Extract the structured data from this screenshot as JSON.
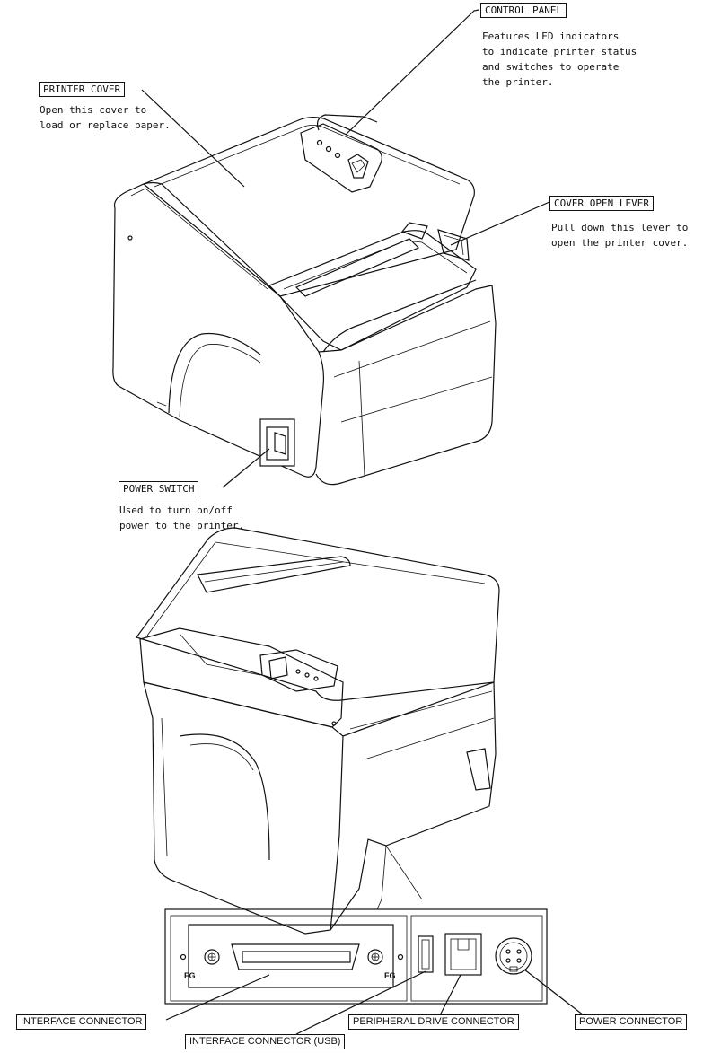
{
  "callouts": {
    "control_panel": {
      "label": "CONTROL PANEL",
      "description": "Features LED indicators\nto indicate printer status\nand switches to operate\nthe printer."
    },
    "printer_cover": {
      "label": "PRINTER COVER",
      "description": "Open this cover to\nload or replace paper."
    },
    "cover_open_lever": {
      "label": "COVER OPEN LEVER",
      "description": "Pull down this lever to\nopen the printer cover."
    },
    "power_switch": {
      "label": "POWER SWITCH",
      "description": "Used to turn on/off\npower to the printer."
    },
    "interface_connector": {
      "label": "INTERFACE CONNECTOR"
    },
    "interface_connector_usb": {
      "label": "INTERFACE CONNECTOR (USB)"
    },
    "peripheral_drive_connector": {
      "label": "PERIPHERAL DRIVE CONNECTOR"
    },
    "power_connector": {
      "label": "POWER CONNECTOR"
    }
  },
  "panel_marks": {
    "fg_left": "FG",
    "fg_right": "FG"
  }
}
